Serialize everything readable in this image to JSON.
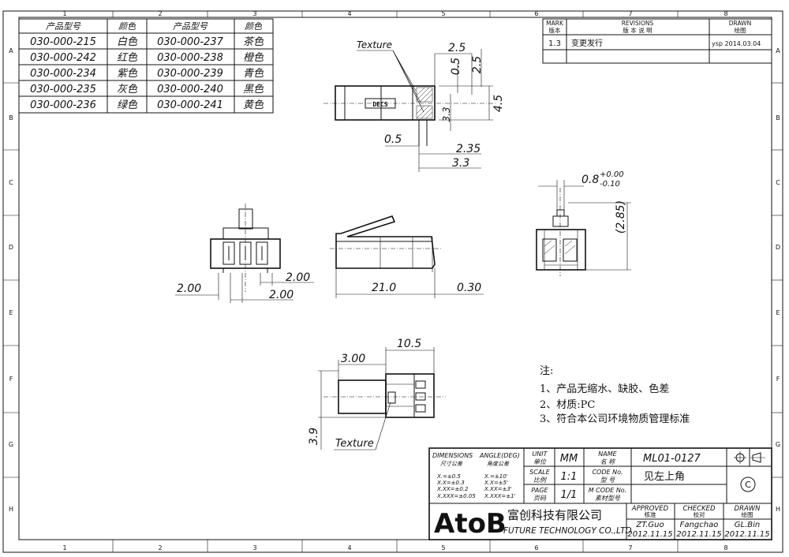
{
  "border": {
    "columns": [
      "1",
      "2",
      "3",
      "4",
      "5",
      "6",
      "7",
      "8"
    ],
    "rows": [
      "A",
      "B",
      "C",
      "D",
      "E",
      "F",
      "G",
      "H"
    ]
  },
  "color_table": {
    "headers": [
      "产品型号",
      "颜色",
      "产品型号",
      "颜色"
    ],
    "rows": [
      [
        "030-000-215",
        "白色",
        "030-000-237",
        "茶色"
      ],
      [
        "030-000-242",
        "红色",
        "030-000-238",
        "橙色"
      ],
      [
        "030-000-234",
        "紫色",
        "030-000-239",
        "青色"
      ],
      [
        "030-000-235",
        "灰色",
        "030-000-240",
        "黑色"
      ],
      [
        "030-000-236",
        "绿色",
        "030-000-241",
        "黄色"
      ]
    ]
  },
  "revisions": {
    "mark_label": "MARK",
    "mark_label_cn": "版本",
    "title": "REVISIONS",
    "title_cn": "版 本 说 明",
    "drawn_label": "DRAWN",
    "drawn_label_cn": "绘图",
    "rows": [
      {
        "mark": "1.3",
        "desc": "变更发行",
        "drawn": "ysp  2014.03.04"
      }
    ]
  },
  "views": {
    "texture_label": "Texture",
    "top": {
      "dims": [
        "2.5",
        "2.5",
        "0.5",
        "4.5",
        "3.3",
        "0.5",
        "2.35",
        "3.3"
      ],
      "part_mark": "DECS"
    },
    "front": {
      "dims": [
        "2.00",
        "2.00",
        "2.00"
      ]
    },
    "side": {
      "dims": [
        "21.0",
        "0.30"
      ]
    },
    "end": {
      "dims": [
        "0.8",
        "+0.00",
        "-0.10",
        "(2.85)"
      ]
    },
    "bottom": {
      "dims": [
        "10.5",
        "3.00",
        "3.9"
      ]
    }
  },
  "notes": {
    "title": "注:",
    "items": [
      "1、产品无缩水、缺胶、色差",
      "2、材质:PC",
      "3、符合本公司环境物质管理标准"
    ]
  },
  "title_block": {
    "dimensions_label": "DIMENSIONS",
    "angle_label": "ANGLE(DEG)",
    "tol_label_cn": "尺寸公差",
    "angle_tol_cn": "角度公差",
    "tolerances": [
      "X.=±0.5",
      "X.X=±0.3",
      "X.XX=±0.2",
      "X.XXX=±0.05"
    ],
    "angle_tolerances": [
      "X.=±10'",
      "X.X=±5'",
      "X.XX=±3'",
      "X.XXX=±1'"
    ],
    "unit_label": "UNIT",
    "unit_label_cn": "单位",
    "unit": "MM",
    "name_label": "NAME",
    "name_label_cn": "名  称",
    "name": "ML01-0127",
    "scale_label": "SCALE",
    "scale_label_cn": "比例",
    "scale": "1:1",
    "code_label": "CODE No.",
    "code_label_cn": "型  号",
    "code": "见左上角",
    "page_label": "PAGE",
    "page_label_cn": "页码",
    "page": "1/1",
    "mcode_label": "M CODE No.",
    "mcode_label_cn": "素材型号",
    "logo": "AtoB",
    "company_cn": "富创科技有限公司",
    "company_en": "FUTURE TECHNOLOGY CO.,LTD",
    "approved_label": "APPROVED",
    "approved_label_cn": "核准",
    "approved_by": "ZT.Guo",
    "approved_date": "2012.11.15",
    "checked_label": "CHECKED",
    "checked_label_cn": "校对",
    "checked_by": "Fangchao",
    "checked_date": "2012.11.15",
    "drawn_label": "DRAWN",
    "drawn_label_cn": "绘图",
    "drawn_by": "GL.Bin",
    "drawn_date": "2012.11.15",
    "copyright_mark": "C"
  }
}
